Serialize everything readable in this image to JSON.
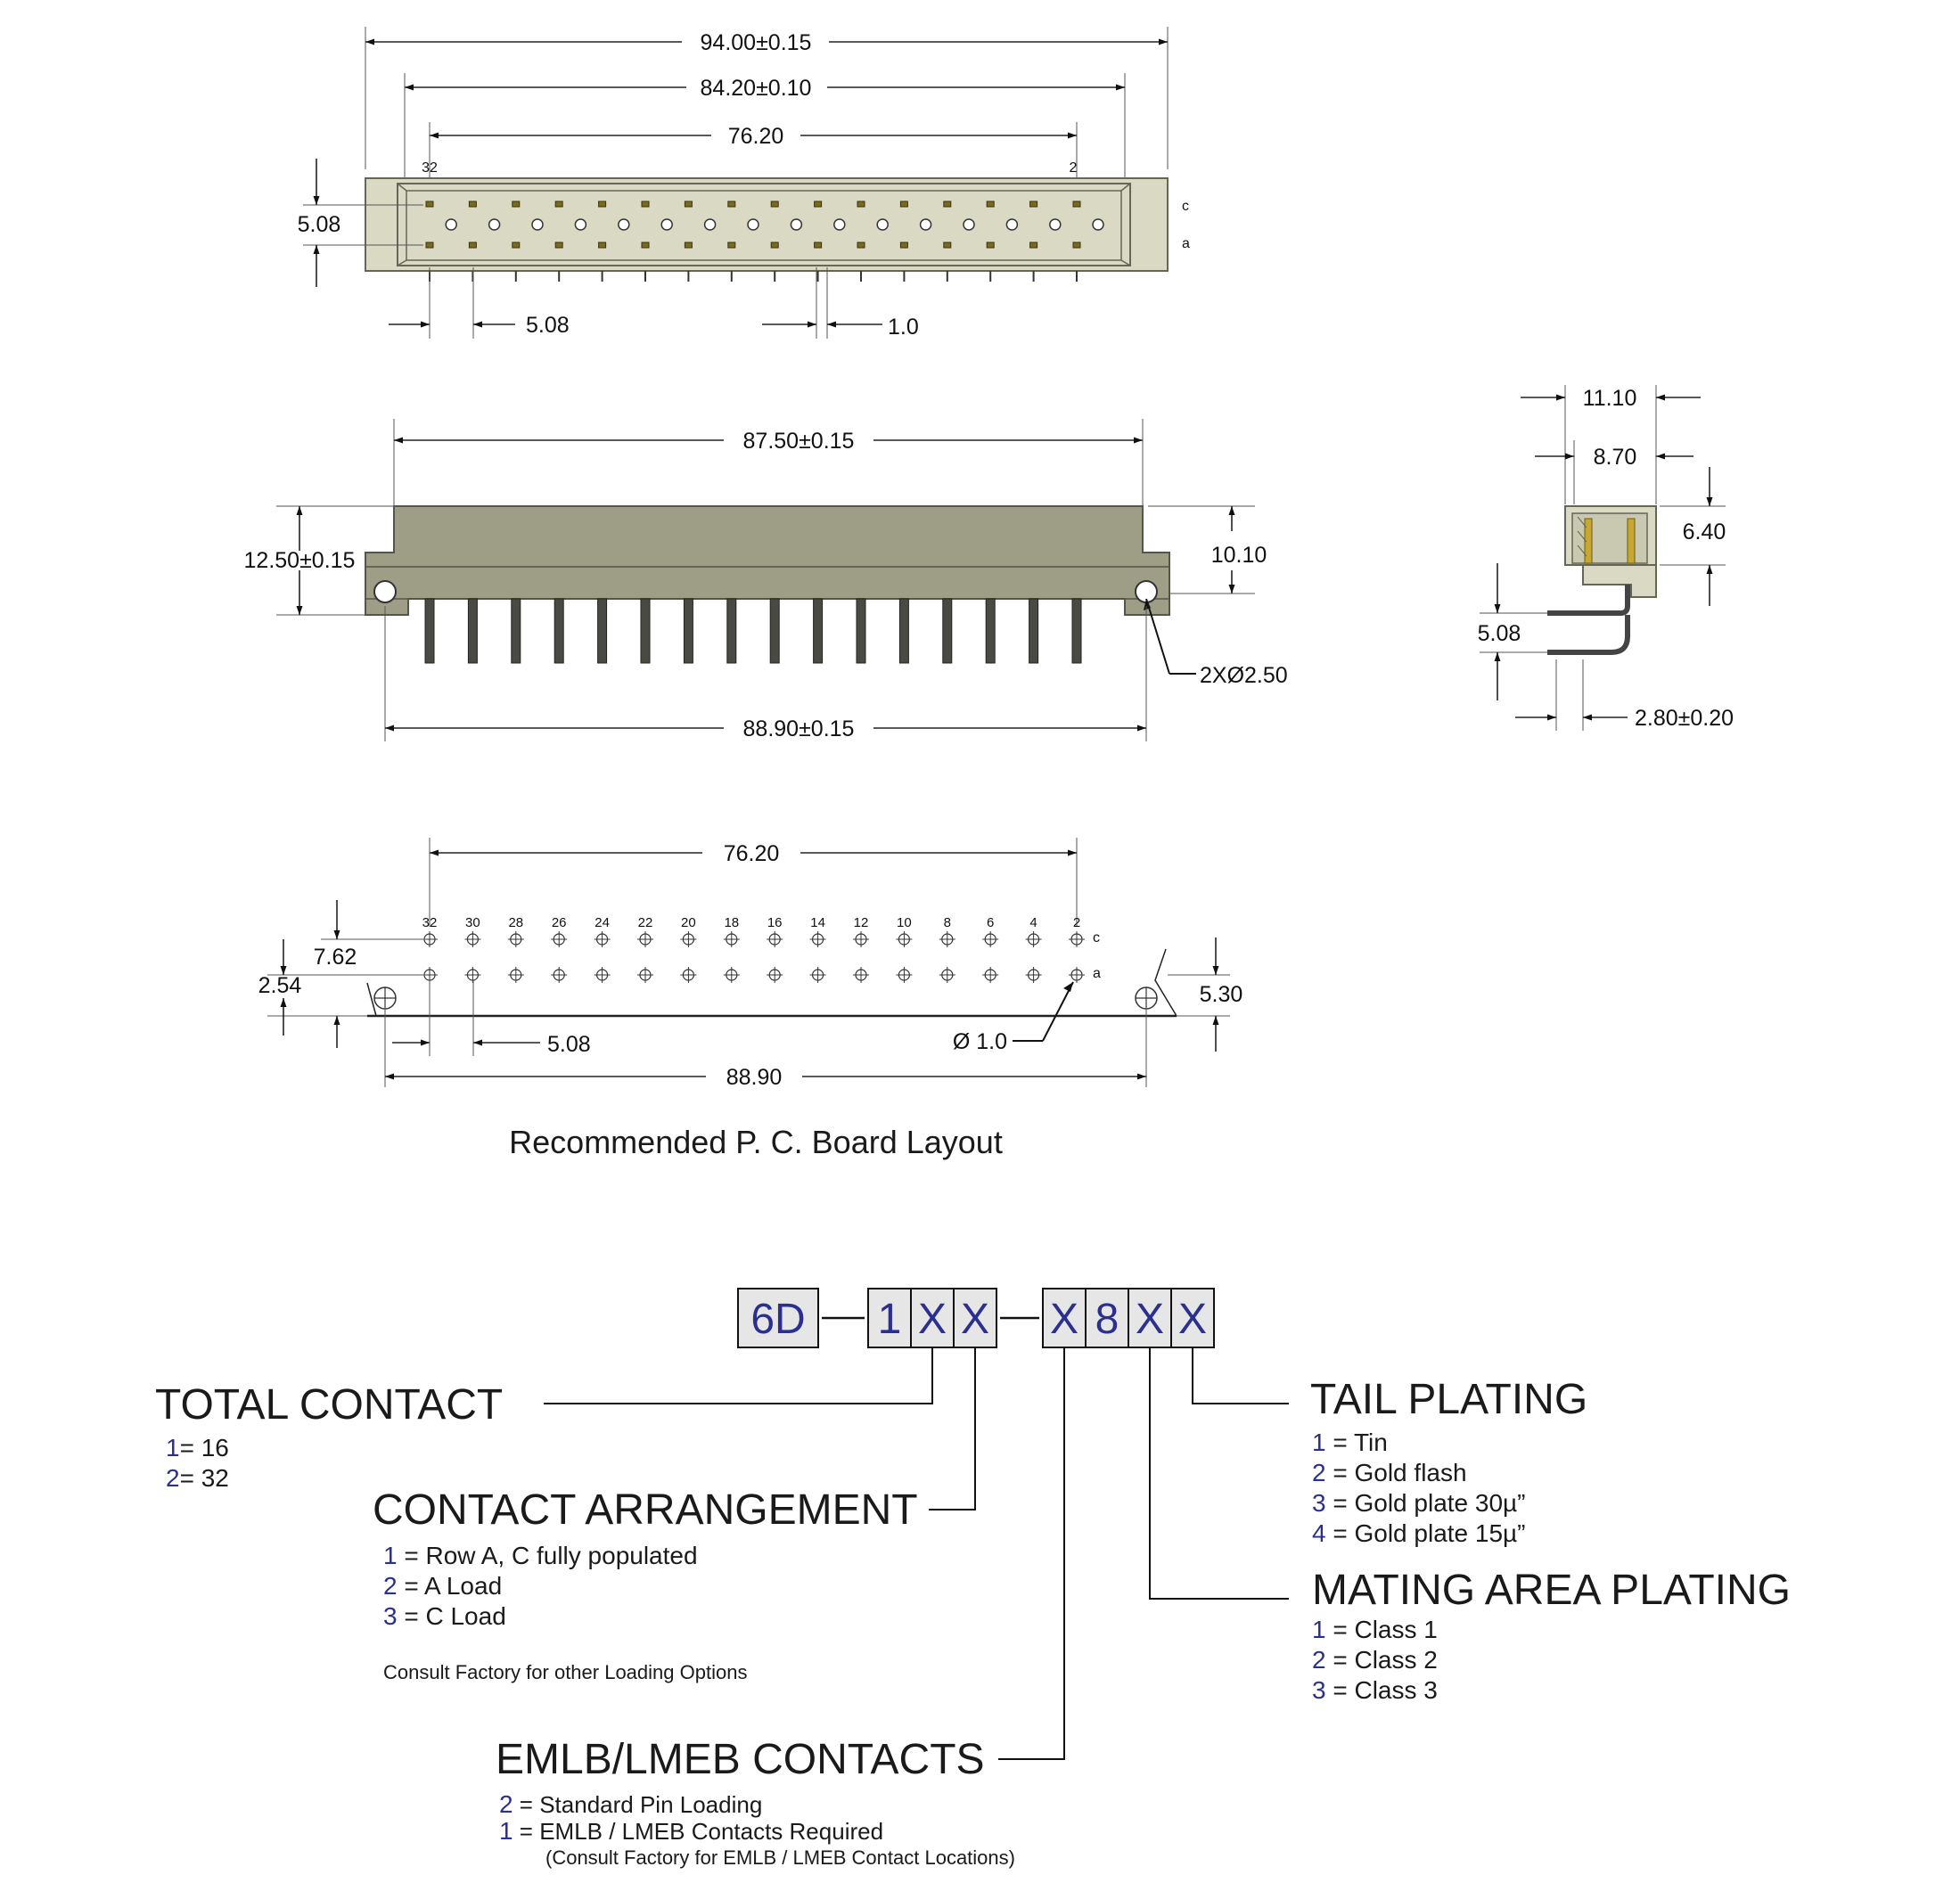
{
  "front_view": {
    "dim_overall": "94.00±0.15",
    "dim_flange": "84.20±0.10",
    "dim_pitch_span": "76.20",
    "dim_row": "5.08",
    "dim_pitch": "5.08",
    "dim_pin": "1.0",
    "label_pin_32": "32",
    "label_pin_2": "2",
    "row_c": "c",
    "row_a": "a"
  },
  "side_view": {
    "dim_overall": "87.50±0.15",
    "dim_height": "12.50±0.15",
    "dim_upper": "10.10",
    "dim_mount": "88.90±0.15",
    "dim_hole": "2XØ2.50"
  },
  "end_view": {
    "dim_width": "11.10",
    "dim_inner": "8.70",
    "dim_height": "6.40",
    "dim_row": "5.08",
    "dim_offset": "2.80±0.20"
  },
  "pcb_layout": {
    "dim_span": "76.20",
    "dim_row_offset": "7.62",
    "dim_row_pitch": "2.54",
    "dim_edge": "5.30",
    "dim_pitch": "5.08",
    "dim_hole": "Ø 1.0",
    "dim_mount": "88.90",
    "pin_numbers": [
      "32",
      "30",
      "28",
      "26",
      "24",
      "22",
      "20",
      "18",
      "16",
      "14",
      "12",
      "10",
      "8",
      "6",
      "4",
      "2"
    ],
    "row_c": "c",
    "row_a": "a",
    "caption": "Recommended P. C. Board Layout"
  },
  "part_number": {
    "boxes": [
      "6D",
      "1",
      "X",
      "X",
      "X",
      "8",
      "X",
      "X"
    ]
  },
  "options": {
    "total_contact": {
      "title": "TOTAL CONTACT",
      "items": [
        {
          "num": "1",
          "text": "= 16"
        },
        {
          "num": "2",
          "text": "= 32"
        }
      ]
    },
    "contact_arrangement": {
      "title": "CONTACT ARRANGEMENT",
      "items": [
        {
          "num": "1",
          "text": " = Row A, C fully populated"
        },
        {
          "num": "2",
          "text": " = A Load"
        },
        {
          "num": "3",
          "text": " = C Load"
        }
      ],
      "note": "Consult Factory for other Loading Options"
    },
    "emlb": {
      "title": "EMLB/LMEB CONTACTS",
      "items": [
        {
          "num": "2",
          "text": " =  Standard Pin Loading"
        },
        {
          "num": "1",
          "text": " =  EMLB / LMEB Contacts Required"
        }
      ],
      "note": "(Consult Factory for EMLB / LMEB Contact Locations)"
    },
    "tail_plating": {
      "title": "TAIL PLATING",
      "items": [
        {
          "num": "1",
          "text": " = Tin"
        },
        {
          "num": "2",
          "text": " = Gold flash"
        },
        {
          "num": "3",
          "text": " = Gold plate 30µ”"
        },
        {
          "num": "4",
          "text": " = Gold plate 15µ”"
        }
      ]
    },
    "mating_plating": {
      "title": "MATING AREA PLATING",
      "items": [
        {
          "num": "1",
          "text": " = Class 1"
        },
        {
          "num": "2",
          "text": " = Class 2"
        },
        {
          "num": "3",
          "text": " = Class 3"
        }
      ]
    }
  },
  "colors": {
    "body": "#d9d9c4",
    "body_dark": "#9e9e86",
    "accent_blue": "#2b2f8f",
    "gold": "#c8a832"
  }
}
